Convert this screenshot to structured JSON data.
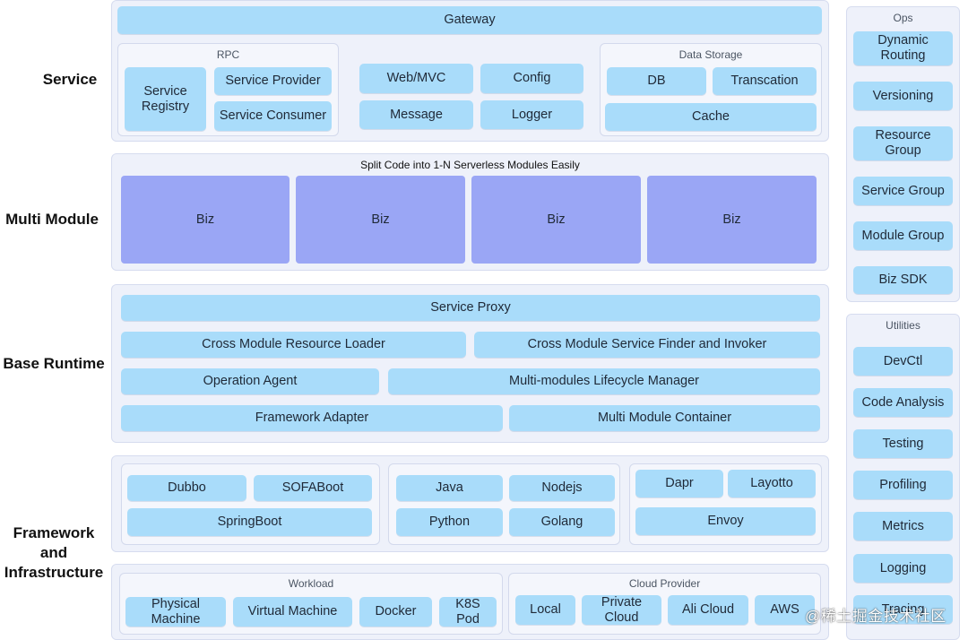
{
  "row_labels": {
    "service": "Service",
    "multi_module": "Multi Module",
    "base_runtime": "Base Runtime",
    "framework": [
      "Framework",
      "and",
      "Infrastructure"
    ]
  },
  "service": {
    "gateway": "Gateway",
    "rpc": {
      "title": "RPC",
      "registry": "Service\nRegistry",
      "provider": "Service Provider",
      "consumer": "Service Consumer"
    },
    "middle": [
      "Web/MVC",
      "Config",
      "Message",
      "Logger"
    ],
    "storage": {
      "title": "Data Storage",
      "db": "DB",
      "transaction": "Transcation",
      "cache": "Cache"
    }
  },
  "multi_module": {
    "caption": "Split Code into 1-N Serverless Modules Easily",
    "biz": [
      "Biz",
      "Biz",
      "Biz",
      "Biz"
    ]
  },
  "base_runtime": {
    "service_proxy": "Service Proxy",
    "resource_loader": "Cross Module Resource Loader",
    "service_finder": "Cross Module Service Finder and Invoker",
    "operation_agent": "Operation Agent",
    "lifecycle_manager": "Multi-modules Lifecycle Manager",
    "framework_adapter": "Framework Adapter",
    "module_container": "Multi Module Container"
  },
  "framework": {
    "frameworks": [
      "Dubbo",
      "SOFABoot",
      "SpringBoot"
    ],
    "languages": [
      "Java",
      "Nodejs",
      "Python",
      "Golang"
    ],
    "mesh": [
      "Dapr",
      "Layotto",
      "Envoy"
    ],
    "workload": {
      "title": "Workload",
      "items": [
        "Physical\nMachine",
        "Virtual Machine",
        "Docker",
        "K8S\nPod"
      ]
    },
    "cloud": {
      "title": "Cloud Provider",
      "items": [
        "Local",
        "Private\nCloud",
        "Ali Cloud",
        "AWS"
      ]
    }
  },
  "ops": {
    "title": "Ops",
    "items": [
      "Dynamic\nRouting",
      "Versioning",
      "Resource\nGroup",
      "Service Group",
      "Module Group",
      "Biz SDK"
    ]
  },
  "utilities": {
    "title": "Utilities",
    "items": [
      "DevCtl",
      "Code Analysis",
      "Testing",
      "Profiling",
      "Metrics",
      "Logging",
      "Tracing"
    ]
  },
  "watermark": "@稀土掘金技术社区",
  "colors": {
    "box": "#a9dcfa",
    "biz": "#9aa6f5",
    "panel": "#eef1fa"
  }
}
